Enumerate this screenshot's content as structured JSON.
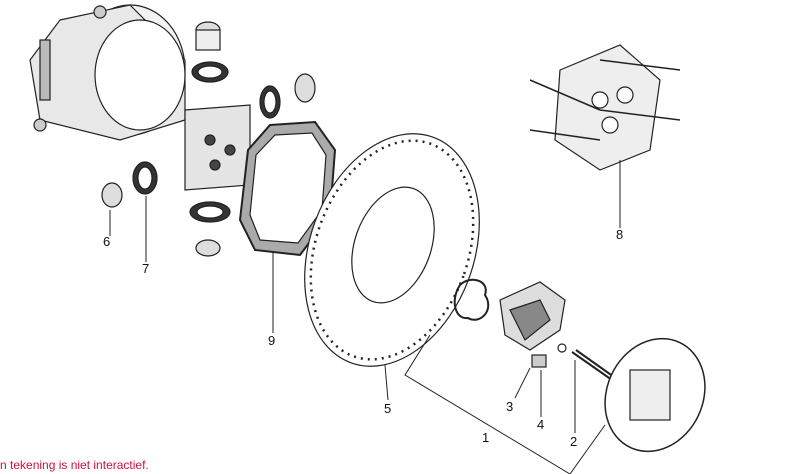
{
  "diagram": {
    "labels": [
      "1",
      "2",
      "3",
      "4",
      "5",
      "6",
      "7",
      "8",
      "9"
    ]
  },
  "note": "n tekening is niet interactief."
}
